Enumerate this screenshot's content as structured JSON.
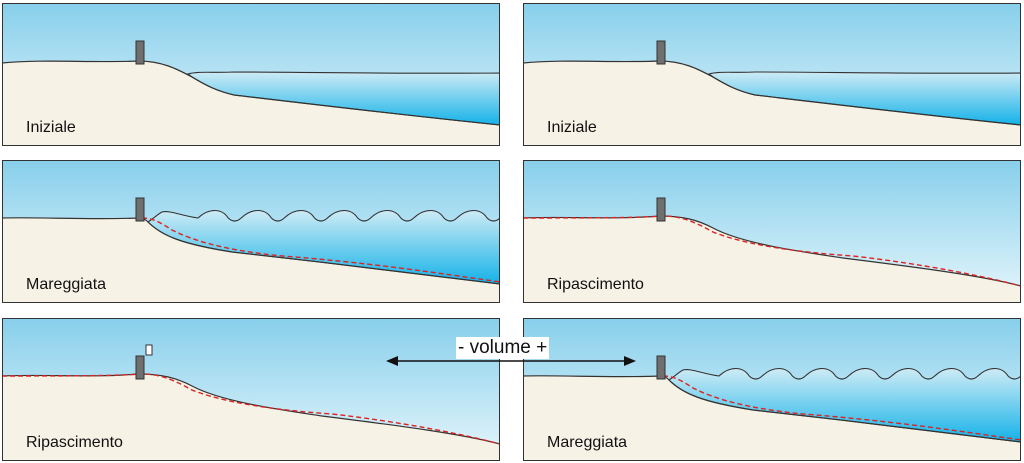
{
  "colors": {
    "sky_top": "#87cfeb",
    "sky_bottom": "#e6f6fc",
    "sand": "#f7f2e6",
    "water_top": "#cdebf5",
    "water_bottom": "#14b2e8",
    "outline": "#333333",
    "groyne": "#6f6f6f",
    "profile_dashed": "#dd2222"
  },
  "panels": [
    {
      "id": "p0",
      "label": "Iniziale",
      "scene": "initial"
    },
    {
      "id": "p1",
      "label": "Iniziale",
      "scene": "initial"
    },
    {
      "id": "p2",
      "label": "Mareggiata",
      "scene": "storm"
    },
    {
      "id": "p3",
      "label": "Ripascimento",
      "scene": "nourishment"
    },
    {
      "id": "p4",
      "label": "Ripascimento",
      "scene": "nourishment"
    },
    {
      "id": "p5",
      "label": "Mareggiata",
      "scene": "storm"
    }
  ],
  "volume": {
    "label": "- volume +"
  }
}
